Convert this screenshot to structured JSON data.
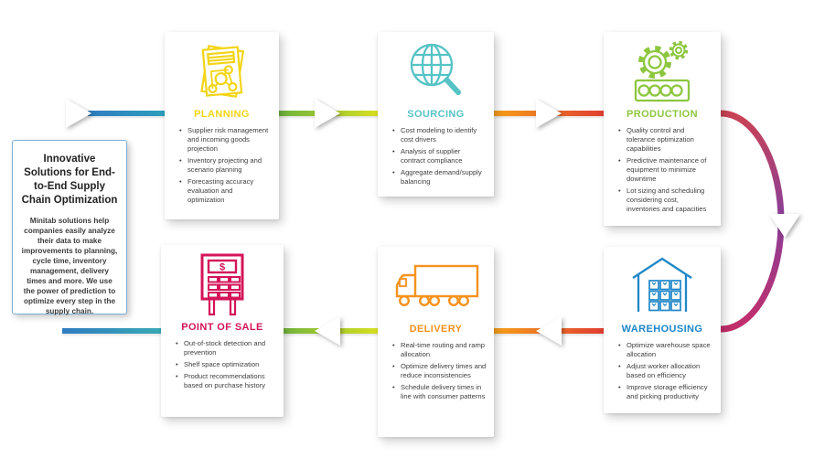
{
  "intro_box": {
    "title": "Innovative Solutions for End-to-End Supply Chain Optimization",
    "body": "Minitab solutions help companies easily analyze their data to make improvements to planning, cycle time, inventory management, delivery times and more. We use the power of prediction to optimize every step in the supply chain."
  },
  "cards": [
    {
      "id": "planning",
      "title": "PLANNING",
      "color": "#f3d514",
      "icon": "stacked-documents-diagram-icon",
      "bullets": [
        "Supplier risk management and incoming goods projection",
        "Inventory projecting and scenario planning",
        "Forecasting accuracy evaluation and optimization"
      ]
    },
    {
      "id": "sourcing",
      "title": "SOURCING",
      "color": "#56c3c6",
      "icon": "globe-magnifier-icon",
      "bullets": [
        "Cost modeling to identify cost drivers",
        "Analysis of supplier contract compliance",
        "Aggregate demand/supply balancing"
      ]
    },
    {
      "id": "production",
      "title": "PRODUCTION",
      "color": "#8dc63f",
      "icon": "gears-panel-icon",
      "bullets": [
        "Quality control and tolerance optimization capabilities",
        "Predictive maintenance of equipment to minimize downtime",
        "Lot sizing and scheduling considering cost, inventories and capacities"
      ]
    },
    {
      "id": "warehousing",
      "title": "WAREHOUSING",
      "color": "#1e87c8",
      "icon": "warehouse-icon",
      "bullets": [
        "Optimize warehouse space allocation",
        "Adjust worker allocation based on efficiency",
        "Improve storage efficiency and picking productivity"
      ]
    },
    {
      "id": "delivery",
      "title": "DELIVERY",
      "color": "#f6921e",
      "icon": "truck-icon",
      "bullets": [
        "Real-time routing and ramp allocation",
        "Optimize delivery times and reduce inconsistencies",
        "Schedule delivery times in line with consumer patterns"
      ]
    },
    {
      "id": "pos",
      "title": "POINT OF SALE",
      "color": "#d4145a",
      "icon": "cash-register-icon",
      "display_symbol": "$",
      "bullets": [
        "Out-of-stock detection and prevention",
        "Shelf space optimization",
        "Product recommendations based on purchase history"
      ]
    }
  ],
  "flow": {
    "top_row_direction": "left-to-right",
    "bottom_row_direction": "right-to-left",
    "segment_colors": {
      "start": [
        "#2f7cc0",
        "#2e9fbd"
      ],
      "planning_to_sourcing": [
        "#6cb33f",
        "#d9e021"
      ],
      "sourcing_to_production": [
        "#f7a11a",
        "#e03c31"
      ],
      "production_to_warehousing_arc": [
        "#c94355",
        "#8a3f98",
        "#c32e6b"
      ],
      "warehousing_to_delivery": [
        "#e03c31",
        "#f7a11a"
      ],
      "delivery_to_pos": [
        "#d9e021",
        "#6cb33f"
      ],
      "pos_exit": [
        "#39a9b5",
        "#2f7cc0"
      ]
    }
  }
}
